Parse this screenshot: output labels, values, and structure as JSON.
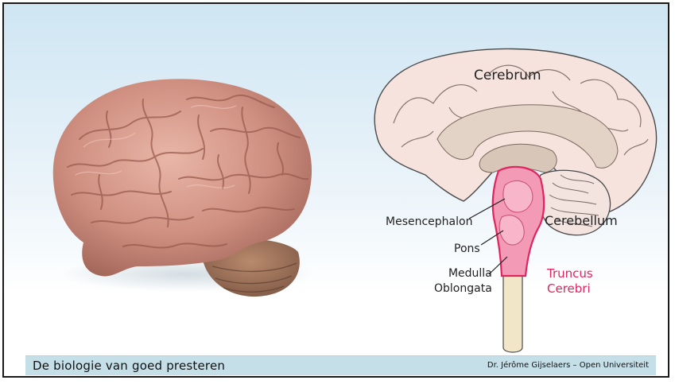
{
  "slide": {
    "footer_title": "De biologie van goed presteren",
    "footer_credit": "Dr. Jérôme Gijselaers – Open Universiteit"
  },
  "diagram": {
    "cerebrum": "Cerebrum",
    "cerebellum": "Cerebellum",
    "mesencephalon": "Mesencephalon",
    "pons": "Pons",
    "medulla_line1": "Medulla",
    "medulla_line2": "Oblongata",
    "truncus_line1": "Truncus",
    "truncus_line2": "Cerebri"
  },
  "colors": {
    "brain_pink": "#d9998c",
    "cerebrum_fill": "#f6e3dd",
    "inner_tan": "#e2d3c6",
    "brainstem_pink": "#f39ab6",
    "truncus_red": "#e0245e"
  }
}
